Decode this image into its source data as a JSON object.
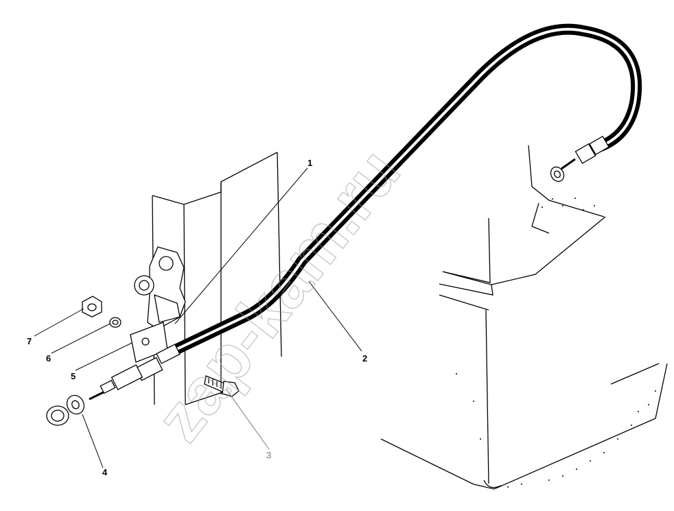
{
  "watermark": "zap-kam.ru",
  "callouts": [
    {
      "id": "1",
      "label": "1"
    },
    {
      "id": "2",
      "label": "2"
    },
    {
      "id": "3",
      "label": "3"
    },
    {
      "id": "4",
      "label": "4"
    },
    {
      "id": "5",
      "label": "5"
    },
    {
      "id": "6",
      "label": "6"
    },
    {
      "id": "7",
      "label": "7"
    }
  ],
  "colors": {
    "line": "#000000",
    "background": "#ffffff",
    "watermark": "#9a9a9a",
    "callout_grey": "#777777"
  }
}
